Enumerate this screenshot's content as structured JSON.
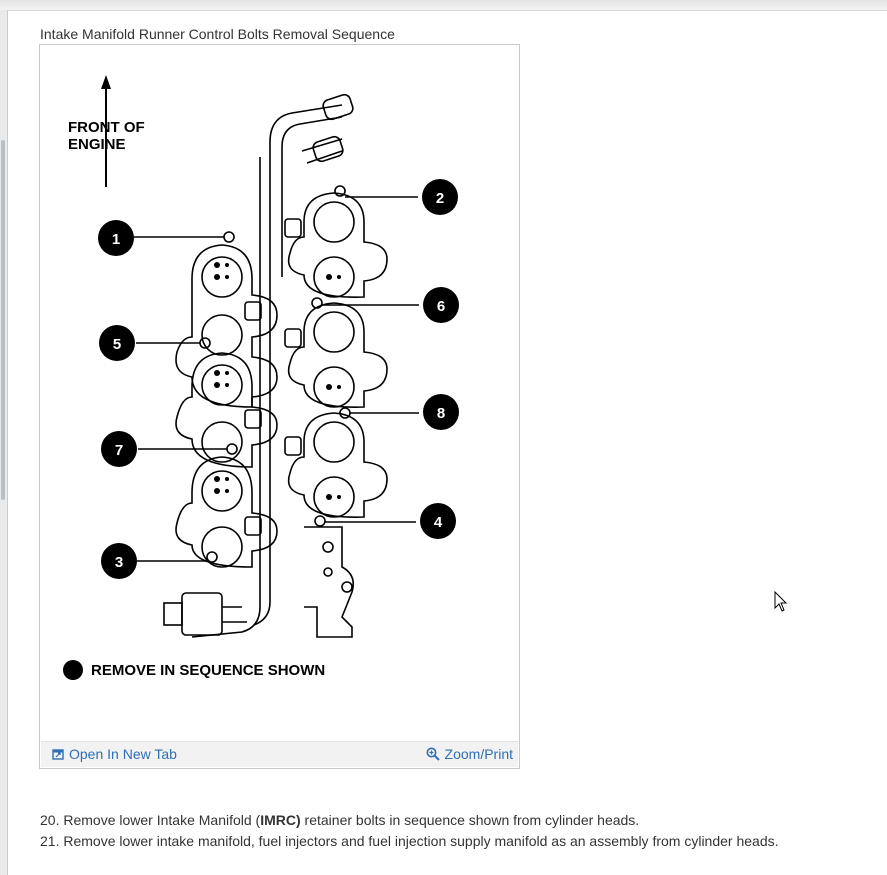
{
  "figure": {
    "caption": "Intake Manifold Runner Control Bolts Removal Sequence",
    "front_label_line1": "FRONT OF",
    "front_label_line2": "ENGINE",
    "legend_text": "REMOVE IN SEQUENCE SHOWN",
    "sequence_numbers": [
      "1",
      "2",
      "3",
      "4",
      "5",
      "6",
      "7",
      "8"
    ],
    "open_tab_label": "Open In New Tab",
    "zoom_label": "Zoom/Print"
  },
  "steps": [
    {
      "number": "20.",
      "text_before": "Remove lower Intake Manifold (",
      "bold": "IMRC)",
      "text_after": " retainer bolts in sequence shown from cylinder heads."
    },
    {
      "number": "21.",
      "text": "Remove lower intake manifold, fuel injectors and fuel injection supply manifold as an assembly from cylinder heads."
    }
  ],
  "icons": [
    "open-in-new-tab-icon",
    "zoom-icon",
    "mouse-cursor-icon",
    "front-arrow-icon",
    "legend-dot-icon"
  ]
}
